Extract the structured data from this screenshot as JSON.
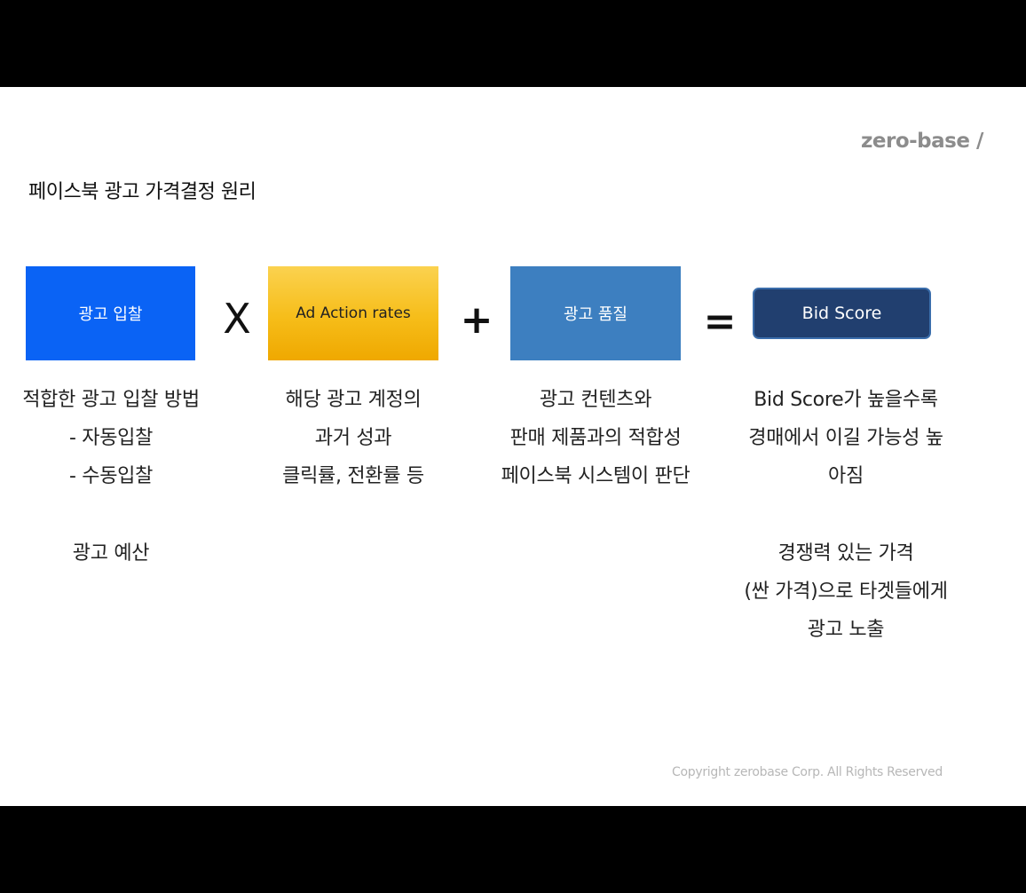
{
  "logo": "zero-base /",
  "title": "페이스북 광고 가격결정 원리",
  "boxes": {
    "bid": "광고 입찰",
    "action": "Ad Action rates",
    "quality": "광고 품질",
    "score": "Bid Score"
  },
  "operators": {
    "times": "X",
    "plus": "+",
    "equals": "="
  },
  "descriptions": {
    "bid": [
      "적합한 광고 입찰 방법",
      "- 자동입찰",
      "- 수동입찰"
    ],
    "action": [
      "해당 광고 계정의",
      "과거 성과",
      "클릭률, 전환률 등"
    ],
    "quality": [
      "광고 컨텐츠와",
      "판매 제품과의 적합성",
      "페이스북 시스템이 판단"
    ],
    "score": [
      "Bid Score가 높을수록",
      "경매에서 이길 가능성 높",
      "아짐"
    ]
  },
  "notes": {
    "bid": [
      "광고 예산"
    ],
    "score": [
      "경쟁력 있는 가격",
      "(싼 가격)으로 타겟들에게",
      "광고 노출"
    ]
  },
  "copyright": "Copyright zerobase Corp. All Rights Reserved",
  "colors": {
    "bid_box": "#0a63f5",
    "action_box": "#f6bd19",
    "quality_box": "#3d7fc0",
    "score_box": "#213f6f"
  }
}
